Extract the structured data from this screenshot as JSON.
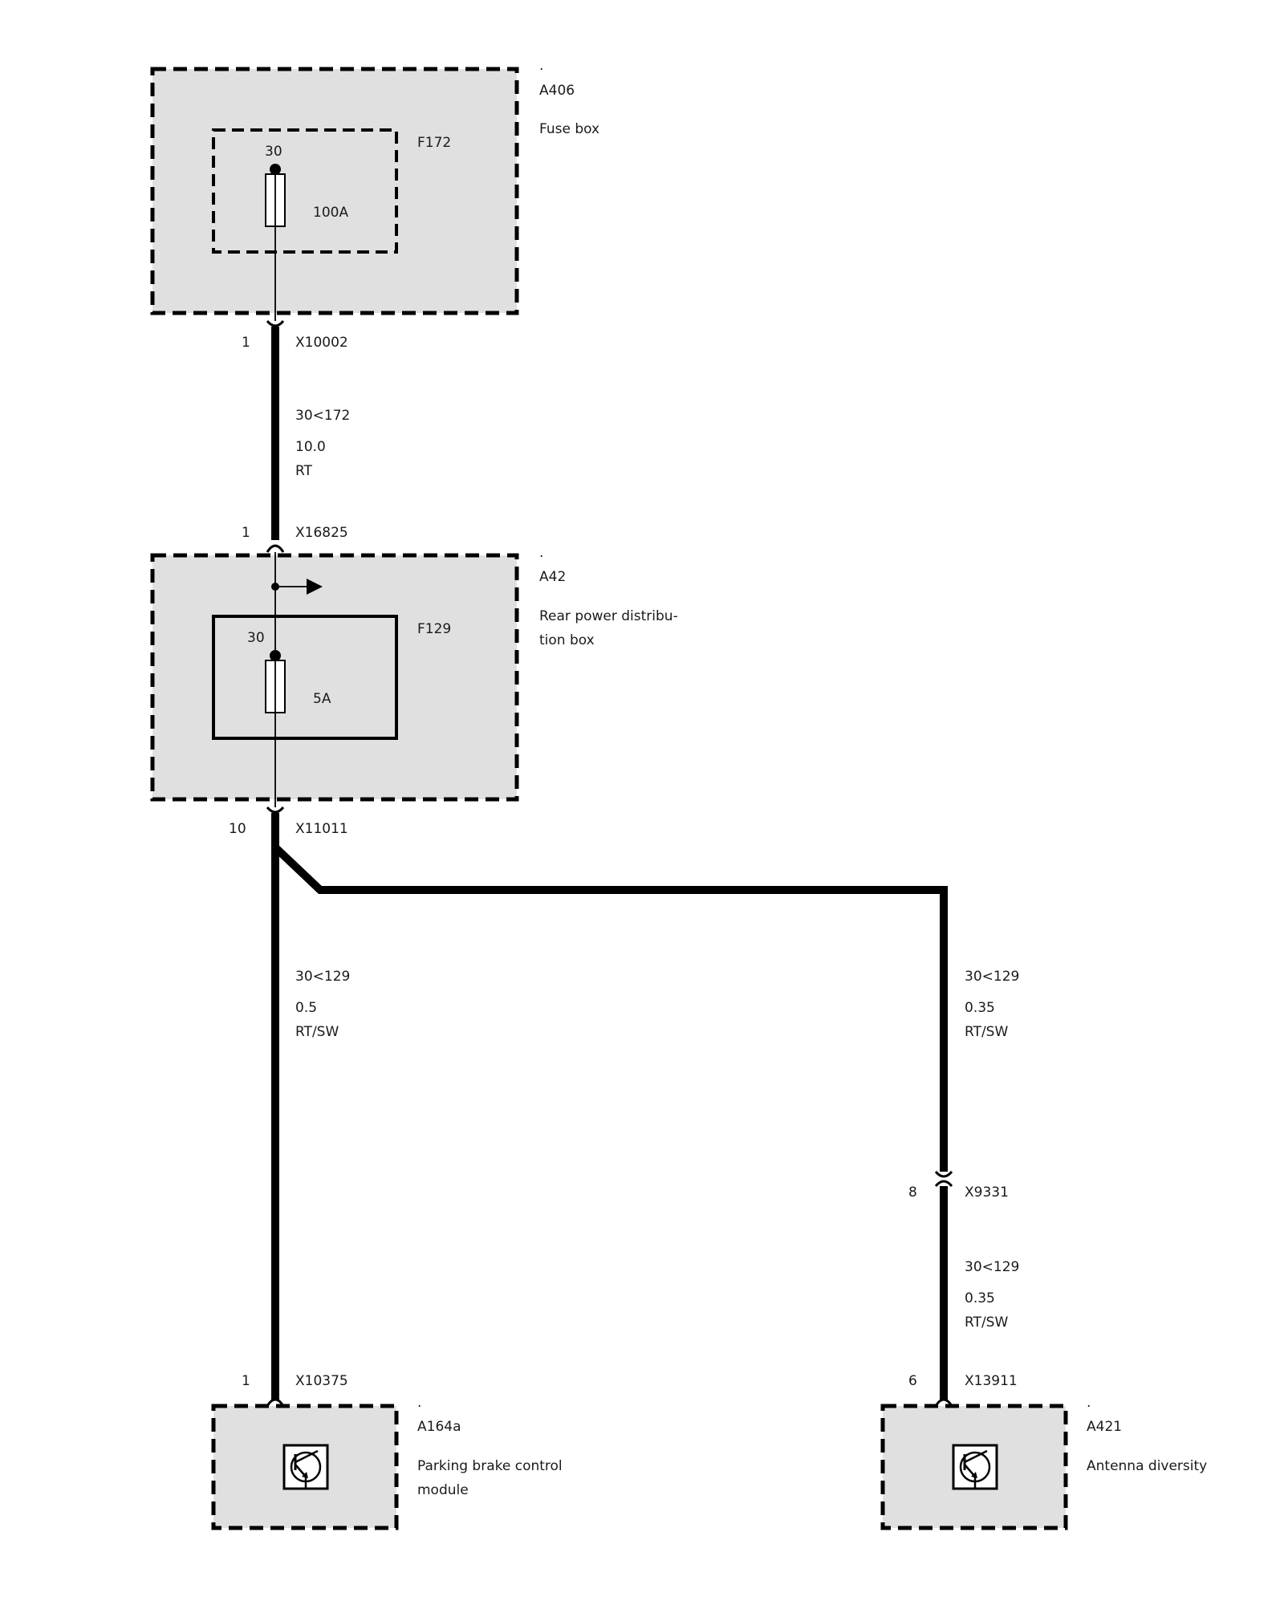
{
  "components": {
    "a406": {
      "dot": ".",
      "id": "A406",
      "name": "Fuse box"
    },
    "f172": {
      "id": "F172",
      "terminal": "30",
      "rating": "100A"
    },
    "a42": {
      "dot": ".",
      "id": "A42",
      "name_line1": "Rear power distribu-",
      "name_line2": "tion box"
    },
    "f129": {
      "id": "F129",
      "terminal": "30",
      "rating": "5A"
    },
    "a164a": {
      "dot": ".",
      "id": "A164a",
      "name_line1": "Parking brake control",
      "name_line2": "module"
    },
    "a421": {
      "dot": ".",
      "id": "A421",
      "name": "Antenna diversity"
    }
  },
  "connectors": {
    "x10002": {
      "pin": "1",
      "id": "X10002"
    },
    "x16825": {
      "pin": "1",
      "id": "X16825"
    },
    "x11011": {
      "pin": "10",
      "id": "X11011"
    },
    "x9331": {
      "pin": "8",
      "id": "X9331"
    },
    "x10375": {
      "pin": "1",
      "id": "X10375"
    },
    "x13911": {
      "pin": "6",
      "id": "X13911"
    }
  },
  "wires": {
    "w1": {
      "signal": "30<172",
      "size": "10.0",
      "color": "RT"
    },
    "w2": {
      "signal": "30<129",
      "size": "0.5",
      "color": "RT/SW"
    },
    "w3": {
      "signal": "30<129",
      "size": "0.35",
      "color": "RT/SW"
    },
    "w4": {
      "signal": "30<129",
      "size": "0.35",
      "color": "RT/SW"
    }
  }
}
